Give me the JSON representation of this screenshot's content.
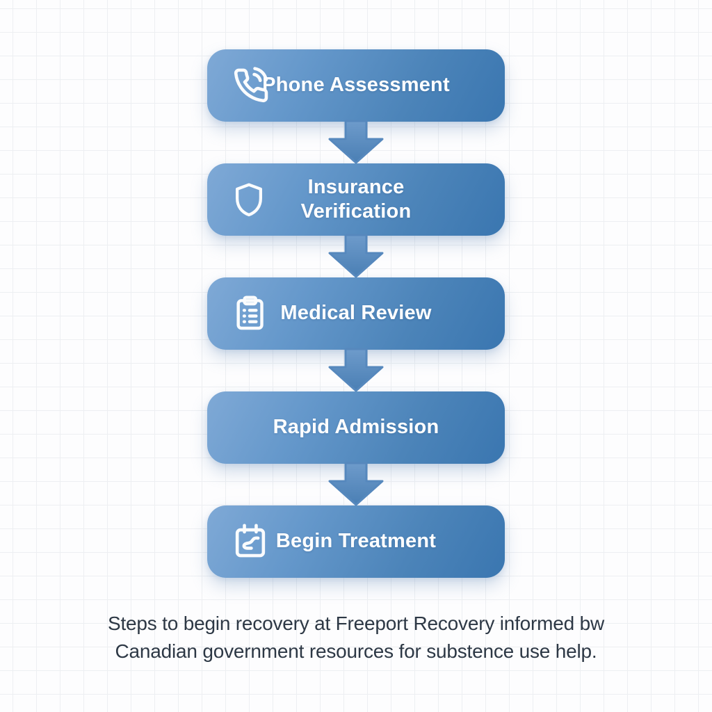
{
  "steps": [
    {
      "label": "Phone Assessment",
      "icon": "phone-waves-icon"
    },
    {
      "label": "Insurance Verification",
      "icon": "shield-icon"
    },
    {
      "label": "Medical Review",
      "icon": "clipboard-list-icon"
    },
    {
      "label": "Rapid Admission",
      "icon": null
    },
    {
      "label": "Begin Treatment",
      "icon": "calendar-route-icon"
    }
  ],
  "caption": {
    "text": "Steps to begin recovery at Freeport Recovery informed bw Canadian government resources for substence use help."
  },
  "colors": {
    "box_gradient_start": "#7fa9d6",
    "box_gradient_end": "#3a76b0",
    "arrow_top": "#6e9bcb",
    "arrow_bottom": "#4a7fb4",
    "icon_stroke": "#ffffff",
    "label_text": "#ffffff",
    "caption_text": "#2d3845",
    "grid_line": "#edeff2",
    "background": "#fdfdfe"
  }
}
